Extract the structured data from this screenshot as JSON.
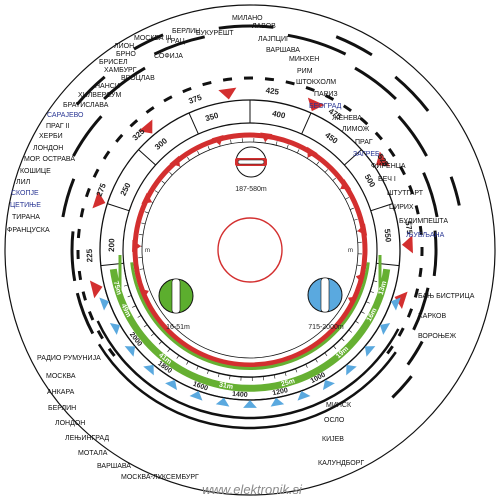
{
  "colors": {
    "mw_red": "#d32f2f",
    "sw_green": "#66b032",
    "lw_blue": "#5aa9df",
    "knob_green": "#5cae2e",
    "knob_blue": "#5aa9df",
    "ink": "#111111",
    "label_blue": "#283593"
  },
  "mw_scale_outer": [
    "225",
    "275",
    "325",
    "375",
    "425",
    "475",
    "525",
    "575"
  ],
  "mw_scale_inner": [
    "200",
    "250",
    "300",
    "350",
    "400",
    "450",
    "500",
    "550"
  ],
  "sw_bands": [
    "16m",
    "19m",
    "25m",
    "31m",
    "41m",
    "49m"
  ],
  "sw_band_extra": [
    "13m",
    "75m"
  ],
  "lw_scale": [
    "1000",
    "1200",
    "1400",
    "1600",
    "1800",
    "2000"
  ],
  "unit_m_left": "m",
  "unit_m_right": "m",
  "knobs": {
    "mw_range": "187-580m",
    "sw_range": "16-51m",
    "lw_range": "715-2000m"
  },
  "stations_top": [
    "ФРАНЦУСКА",
    "ТИРАНА",
    "ЦЕТИЊЕ",
    "СКОПЈЕ",
    "ЛИЛ",
    "КОШИЦЕ",
    "МОР. ОСТРАВА",
    "ЛОНДОН",
    "ХЕРБИ",
    "ПРАГ II",
    "САРАЈЕВО",
    "БРАТИСЛАВА",
    "ХИЛВЕРСУМ",
    "НАНСИ",
    "ВРОЦЛАВ",
    "ХАМБУРГ",
    "БРИСЕЛ",
    "БРНО",
    "ЛИОН",
    "ГРАЦ",
    "МОСКВА III",
    "СОФИЈА",
    "БУКУРЕШТ",
    "БЕРЛИН",
    "МИЛАНО",
    "ЛАВОВ",
    "ЛАЈПЦИГ",
    "ВАРШАВА",
    "МИНХЕН",
    "РИМ",
    "ШТОКХОЛМ",
    "ПАРИЗ",
    "БЕОГРАД",
    "ЖЕНЕВА",
    "ЛИМОЖ",
    "ПРАГ",
    "ЗАГРЕБ",
    "ФИРЕНЦА",
    "БЕЧ I",
    "ШТУТГАРТ",
    "ЦИРИХ",
    "БУДИМПЕШТА",
    "ЉУБЉАНА"
  ],
  "stations_right": [
    "БАЊ БИСТРИЦА",
    "ХАРКОВ",
    "ВОРОЊЕЖ"
  ],
  "stations_bottom": [
    "РАДИО РУМУНИЈА",
    "МОСКВА",
    "АНКАРА",
    "БЕРЛИН",
    "ЛОНДОН",
    "ЛЕЊИНГРАД",
    "МОТАЛА",
    "ВАРШАВА",
    "МОСКВА-ЛУКСЕМБУРГ",
    "КАЛУНДБОРГ",
    "КИЈЕВ",
    "ОСЛО",
    "МИНСК"
  ],
  "watermark": "www.elektronik.si"
}
